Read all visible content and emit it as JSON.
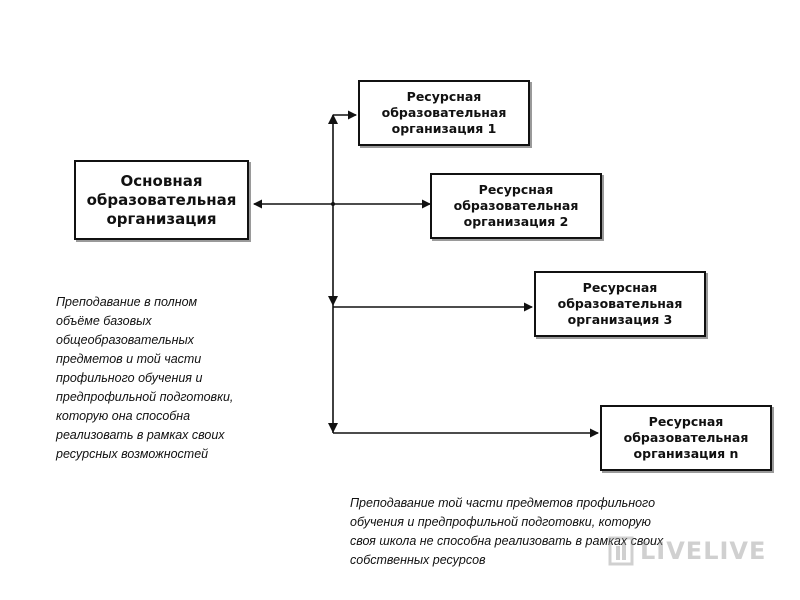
{
  "main_org": {
    "label": "Основная\nобразовательная\nорганизация"
  },
  "resource_orgs": [
    {
      "label": "Ресурсная\nобразовательная\nорганизация 1"
    },
    {
      "label": "Ресурсная\nобразовательная\nорганизация 2"
    },
    {
      "label": "Ресурсная\nобразовательная\nорганизация 3"
    },
    {
      "label": "Ресурсная\nобразовательная\nорганизация n"
    }
  ],
  "captions": {
    "left": "Преподавание в полном\nобъёме базовых\nобщеобразовательных\nпредметов и той части\nпрофильного обучения и\nпредпрофильной подготовки,\nкоторую она  способна\nреализовать в рамках своих\nресурсных возможностей",
    "bottom": "Преподавание той части предметов профильного\nобучения и предпрофильной подготовки, которую\nсвоя школа не способна реализовать в рамках своих\nсобственных ресурсов"
  },
  "watermark": {
    "text": "LIVELIVE",
    "icon": "logo-mark-icon"
  },
  "colors": {
    "line": "#111111",
    "box_border": "#111111",
    "box_shadow": "#9a9a9a",
    "watermark": "#969696"
  }
}
